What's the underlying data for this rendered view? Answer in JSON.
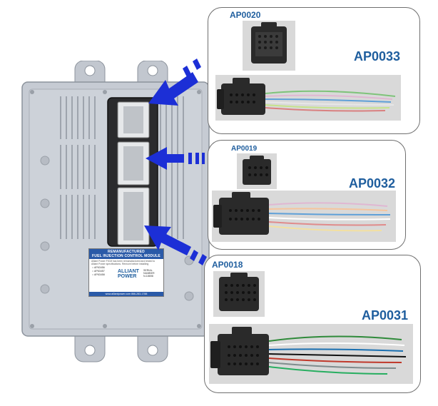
{
  "panels": [
    {
      "code": "AP0033",
      "connector_code": "AP0020"
    },
    {
      "code": "AP0032",
      "connector_code": "AP0019"
    },
    {
      "code": "AP0031",
      "connector_code": "AP0018"
    }
  ],
  "label": {
    "title_1": "REMANUFACTURED",
    "title_2": "FUEL INJECTION CONTROL MODULE",
    "line_1": "Alliant Power FICM has been remanufactured and tested",
    "line_2": "to Alliant Power specifications.",
    "line_3": "Remove before installing",
    "options": [
      "AP63456",
      "AP63457",
      "AP63458"
    ],
    "brand_1": "ALLIANT",
    "brand_2": "POWER",
    "serial_label_1": "SERIAL",
    "serial_label_2": "NUMBER",
    "serial_value": "N-18698",
    "footer": "www.alliantpower.com    866-283-1788"
  },
  "colors": {
    "arrow": "#1c2fd6",
    "code_text": "#1f5e9e",
    "module_body": "#c6cbd3",
    "connector_block": "#2b2b2d",
    "label_blue": "#2a5aa8"
  }
}
